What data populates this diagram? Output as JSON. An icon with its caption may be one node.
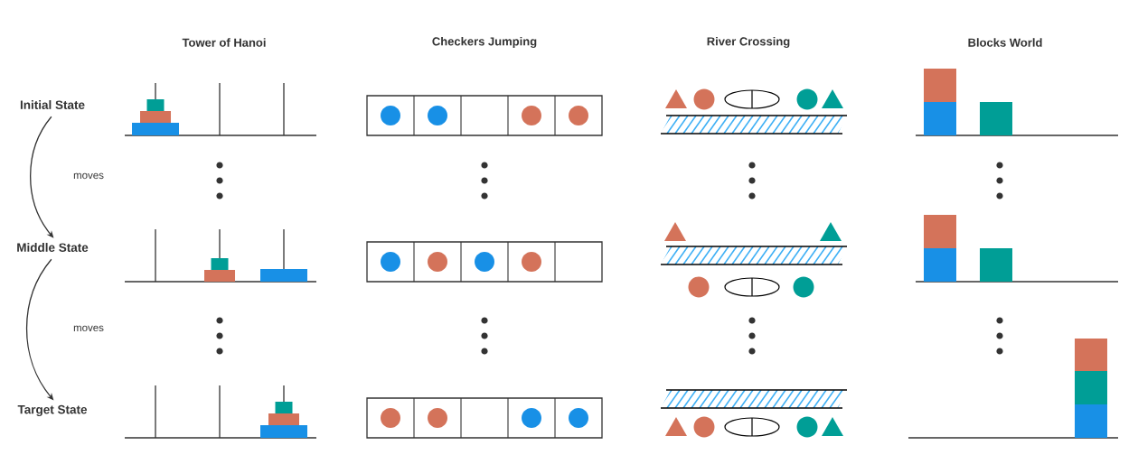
{
  "diagram": {
    "nodes": [
      {
        "text": [
          "Initial State"
        ]
      },
      {
        "text": [
          "Middle State"
        ]
      },
      {
        "text": [
          "Target State"
        ]
      }
    ],
    "edges": [
      {
        "from": 0,
        "to": 1,
        "arrow": "to",
        "label": "moves"
      },
      {
        "from": 1,
        "to": 2,
        "arrow": "to",
        "label": "moves"
      }
    ],
    "labels": [
      "Tower of Hanoi",
      "Checkers Jumping",
      "River Crossing",
      "Blocks World"
    ]
  }
}
